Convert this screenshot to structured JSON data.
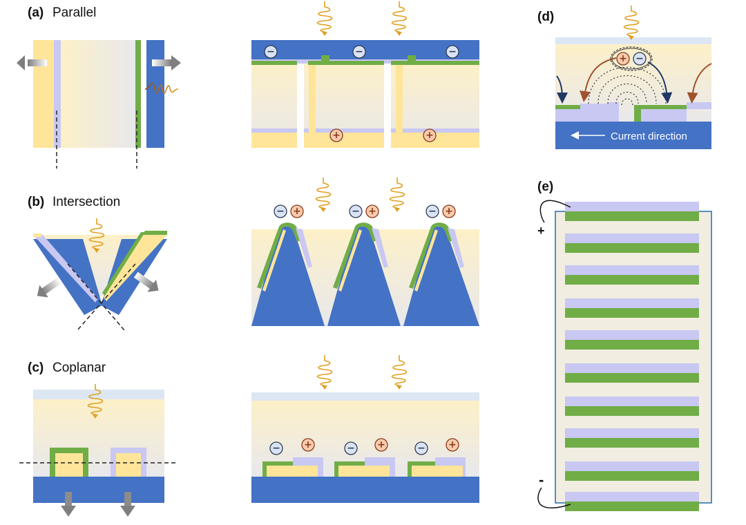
{
  "figure": {
    "panels": {
      "a": {
        "letter": "(a)",
        "title": "Parallel"
      },
      "b": {
        "letter": "(b)",
        "title": "Intersection"
      },
      "c": {
        "letter": "(c)",
        "title": "Coplanar"
      },
      "d": {
        "letter": "(d)",
        "annotation": "Current direction"
      },
      "e": {
        "letter": "(e)",
        "terminal_positive": "+",
        "terminal_negative": "-"
      }
    },
    "charge_symbols": {
      "negative": "−",
      "positive": "+"
    },
    "colors": {
      "substrate_blue": "#4472c4",
      "electrode_green": "#70ad47",
      "layer_lavender": "#c8c8f2",
      "absorber_yellow": "#ffe599",
      "light_wave": "#e0a020",
      "arrow_gray": "#8c8c8c",
      "hole_circle": "#f8cbad",
      "electron_circle": "#dae3f3",
      "arrow_brown": "#a0522d",
      "arrow_navy": "#1f3864",
      "frame_blue": "#2e75b6"
    },
    "icons": [
      "light-wave-icon",
      "gray-arrow-icon",
      "electron-icon",
      "hole-icon",
      "dashed-field-line"
    ]
  }
}
